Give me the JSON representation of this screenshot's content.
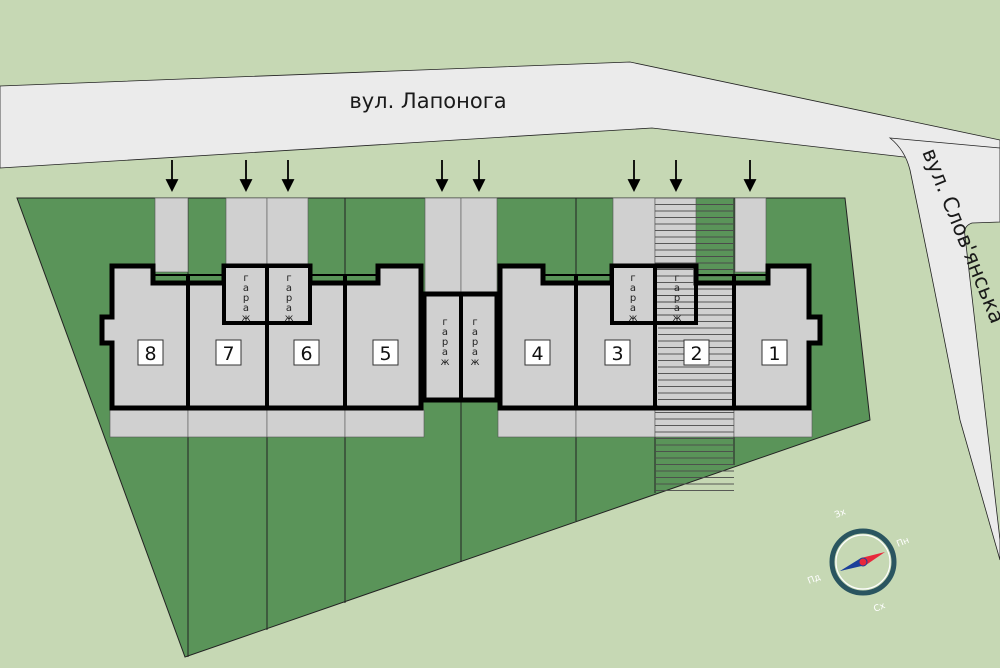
{
  "streets": {
    "main": "вул. Лапонога",
    "side": "вул. Слов'янська"
  },
  "lots": [
    {
      "number": "8",
      "status": "available"
    },
    {
      "number": "7",
      "status": "available"
    },
    {
      "number": "6",
      "status": "available"
    },
    {
      "number": "5",
      "status": "available"
    },
    {
      "number": "4",
      "status": "available"
    },
    {
      "number": "3",
      "status": "available"
    },
    {
      "number": "2",
      "status": "sold"
    },
    {
      "number": "1",
      "status": "available"
    }
  ],
  "garage_label": "г а р а ж",
  "garage_letters": [
    "г",
    "а",
    "р",
    "а",
    "ж"
  ],
  "entrance_arrows_count": 8,
  "compass": {
    "north": "Пн",
    "south": "Пд",
    "east": "Сх",
    "west": "Зх"
  },
  "colors": {
    "background": "#c6d8b4",
    "road": "#ebebeb",
    "plot": "#5a9459",
    "building": "#d0d0d0",
    "outline": "#000000",
    "compass_ring": "#2a5560",
    "compass_north": "#e8283c",
    "compass_south": "#1a3f9a"
  }
}
